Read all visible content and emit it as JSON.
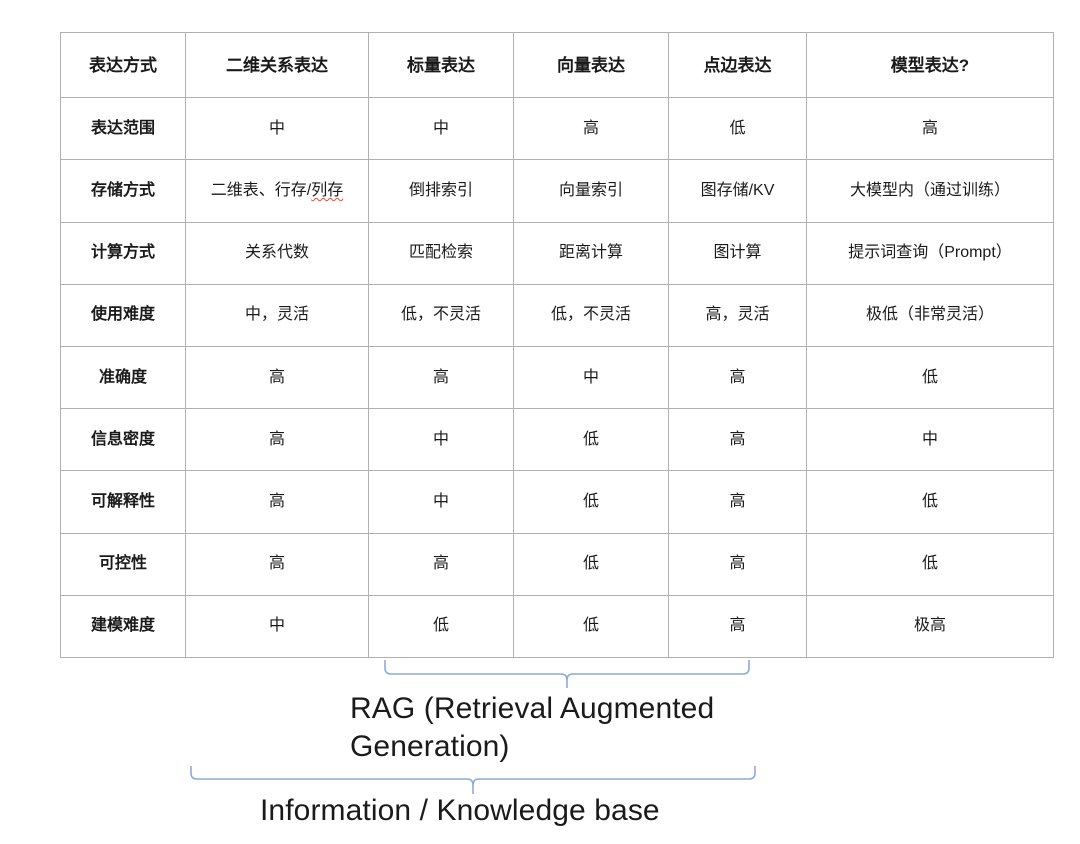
{
  "table": {
    "name": "expression-methods-comparison",
    "columns": [
      "表达方式",
      "二维关系表达",
      "标量表达",
      "向量表达",
      "点边表达",
      "模型表达?"
    ],
    "rows": [
      {
        "label": "表达范围",
        "cells": [
          "中",
          "中",
          "高",
          "低",
          "高"
        ]
      },
      {
        "label": "存储方式",
        "cells": [
          "二维表、行存/列存",
          "倒排索引",
          "向量索引",
          "图存储/KV",
          "大模型内（通过训练）"
        ],
        "spell_error_cell": 0,
        "spell_error_text": "列存"
      },
      {
        "label": "计算方式",
        "cells": [
          "关系代数",
          "匹配检索",
          "距离计算",
          "图计算",
          "提示词查询（Prompt）"
        ]
      },
      {
        "label": "使用难度",
        "cells": [
          "中，灵活",
          "低，不灵活",
          "低，不灵活",
          "高，灵活",
          "极低（非常灵活）"
        ]
      },
      {
        "label": "准确度",
        "cells": [
          "高",
          "高",
          "中",
          "高",
          "低"
        ]
      },
      {
        "label": "信息密度",
        "cells": [
          "高",
          "中",
          "低",
          "高",
          "中"
        ]
      },
      {
        "label": "可解释性",
        "cells": [
          "高",
          "中",
          "低",
          "高",
          "低"
        ]
      },
      {
        "label": "可控性",
        "cells": [
          "高",
          "高",
          "低",
          "高",
          "低"
        ]
      },
      {
        "label": "建模难度",
        "cells": [
          "中",
          "低",
          "低",
          "高",
          "极高"
        ]
      }
    ]
  },
  "annotations": {
    "brace_color": "#8FAADC",
    "rag": {
      "caption": "RAG (Retrieval Augmented Generation)",
      "covers_columns": [
        "标量表达",
        "向量表达",
        "点边表达"
      ]
    },
    "knowledge_base": {
      "caption": "Information / Knowledge base",
      "covers_columns": [
        "二维关系表达",
        "标量表达",
        "向量表达",
        "点边表达"
      ]
    }
  }
}
